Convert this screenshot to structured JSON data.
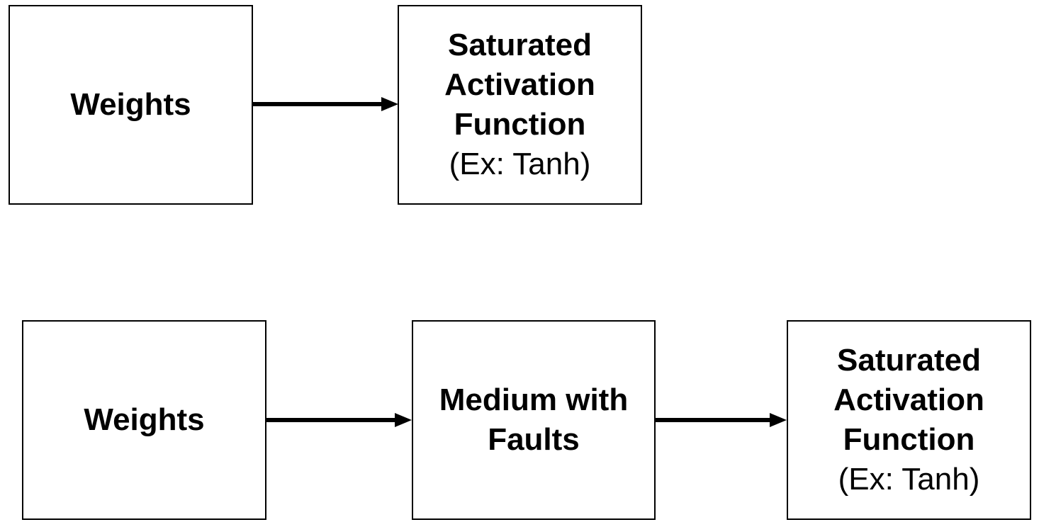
{
  "row1": {
    "weights": "Weights",
    "activation": {
      "lines": [
        "Saturated",
        "Activation",
        "Function"
      ],
      "example": "(Ex: Tanh)"
    }
  },
  "row2": {
    "weights": "Weights",
    "medium": {
      "lines": [
        "Medium with",
        "Faults"
      ]
    },
    "activation": {
      "lines": [
        "Saturated",
        "Activation",
        "Function"
      ],
      "example": "(Ex: Tanh)"
    }
  }
}
